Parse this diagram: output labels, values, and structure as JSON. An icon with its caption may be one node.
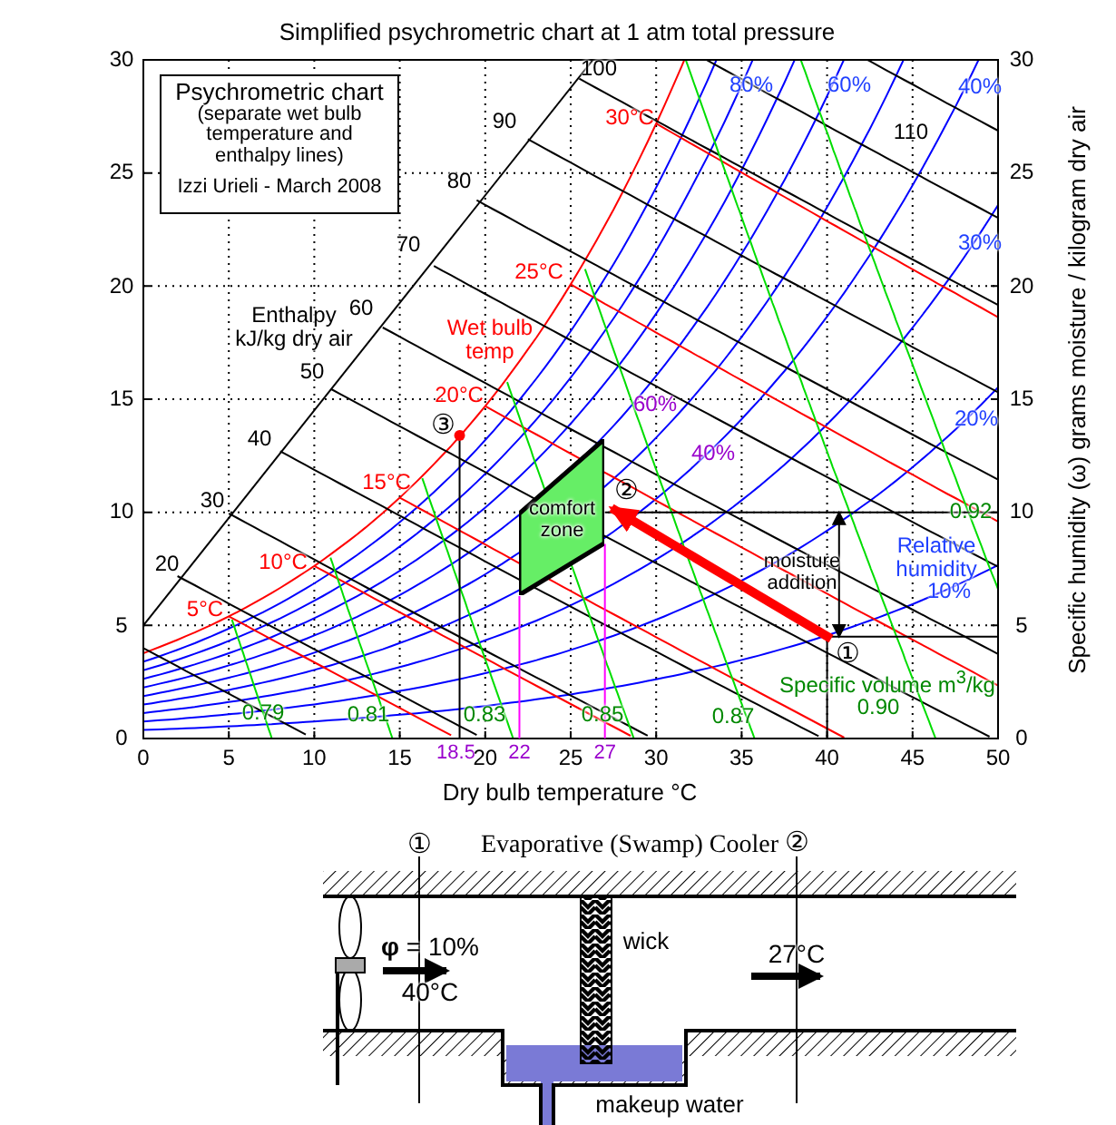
{
  "diagram": {
    "title": "Simplified psychrometric chart at 1 atm total pressure",
    "nodes": [
      {
        "text": [
          "Psychrometric chart",
          "(separate wet bulb temperature and enthalpy lines)",
          "Izzi Urieli - March 2008"
        ]
      },
      {
        "text": [
          "comfort zone"
        ]
      },
      {
        "text": [
          "①"
        ]
      },
      {
        "text": [
          "②"
        ]
      }
    ],
    "edges": [
      {
        "from": 2,
        "to": 3,
        "arrow": "to",
        "color": "#ff0000"
      }
    ],
    "labels": [
      "Enthalpy kJ/kg dry air",
      "100",
      "90",
      "80",
      "70",
      "60",
      "50",
      "40",
      "30",
      "20",
      "110",
      "30°C",
      "25°C",
      "20°C",
      "15°C",
      "10°C",
      "5°C",
      "Wet bulb temp",
      "80%",
      "60%",
      "40%",
      "30%",
      "20%",
      "10%",
      "Relative humidity",
      "60%",
      "40%",
      "0.79",
      "0.81",
      "0.83",
      "0.85",
      "0.87",
      "0.90",
      "0.92",
      "Specific volume m$^{3}$/kg",
      "moisture addition",
      "③",
      "0",
      "5",
      "10",
      "15",
      "18.5",
      "20",
      "22",
      "25",
      "27",
      "30",
      "35",
      "40",
      "45",
      "50",
      "Dry bulb temperature °C",
      "30",
      "25",
      "20",
      "15",
      "10",
      "5",
      "0",
      "30",
      "25",
      "20",
      "15",
      "10",
      "5",
      "0",
      "Specific humidity (ω) grams moisture / kilogram dry air",
      "①",
      "Evaporative (Swamp) Cooler",
      "②",
      "**φ** = 10%",
      "40°C",
      "wick",
      "27°C",
      "makeup water"
    ]
  }
}
